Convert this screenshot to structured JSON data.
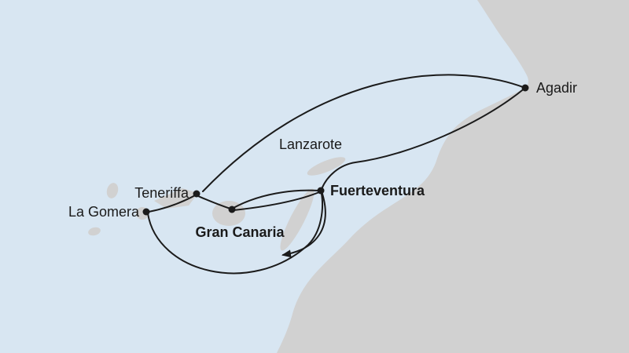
{
  "map": {
    "type": "cruise-route-map",
    "region": "Canary Islands and Morocco",
    "colors": {
      "sea": "#d8e6f2",
      "land": "#d1d1d1",
      "route": "#1b1b1b",
      "label": "#1a1a1a"
    },
    "ports": [
      {
        "label": "Agadir",
        "emphasis": "normal",
        "has_dot": true
      },
      {
        "label": "Lanzarote",
        "emphasis": "normal",
        "has_dot": false
      },
      {
        "label": "Fuerteventura",
        "emphasis": "bold",
        "has_dot": true
      },
      {
        "label": "Teneriffa",
        "emphasis": "normal",
        "has_dot": true
      },
      {
        "label": "La Gomera",
        "emphasis": "normal",
        "has_dot": true
      },
      {
        "label": "Gran Canaria",
        "emphasis": "bold",
        "has_dot": true
      }
    ]
  }
}
